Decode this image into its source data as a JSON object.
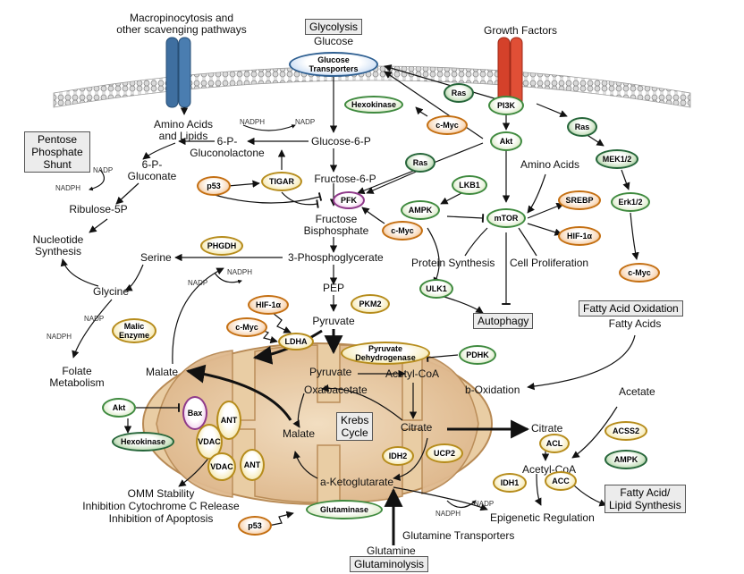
{
  "labels": {
    "macro": "Macropinocytosis and\nother scavenging pathways",
    "glucose": "Glucose",
    "growth_factors": "Growth Factors",
    "amino_lipids": "Amino Acids\nand Lipids",
    "g6p": "Glucose-6-P",
    "gluconolactone": "6-P-\nGluconolactone",
    "gluconate": "6-P-\nGluconate",
    "ribulose": "Ribulose-5P",
    "nucleotide": "Nucleotide\nSynthesis",
    "f6p": "Fructose-6-P",
    "fbp": "Fructose\nBisphosphate",
    "pg3": "3-Phosphoglycerate",
    "serine": "Serine",
    "glycine": "Glycine",
    "folate": "Folate\nMetabolism",
    "pep": "PEP",
    "pyruvate_cyto": "Pyruvate",
    "malate_cyto": "Malate",
    "pyruvate_mito": "Pyruvate",
    "acetyl_coa_mito": "Acetyl-CoA",
    "oxaloacetate": "Oxaloacetate",
    "malate_mito": "Malate",
    "citrate_mito": "Citrate",
    "a_kg": "a-Ketoglutarate",
    "citrate_cyto": "Citrate",
    "acetyl_coa_cyto": "Acetyl-CoA",
    "acetate": "Acetate",
    "b_oxidation": "b-Oxidation",
    "fatty_acids": "Fatty Acids",
    "amino_acids": "Amino Acids",
    "protein_synth": "Protein Synthesis",
    "cell_prolif": "Cell Proliferation",
    "glutamine": "Glutamine",
    "glutamine_transporters": "Glutamine Transporters",
    "epigenetic": "Epigenetic Regulation",
    "omm": "OMM Stability\nInhibition Cytochrome C Release\nInhibition of Apoptosis",
    "nadph": "NADPH",
    "nadp": "NADP"
  },
  "boxes": {
    "glycolysis": "Glycolysis",
    "pentose": "Pentose\nPhosphate\nShunt",
    "autophagy": "Autophagy",
    "fao": "Fatty Acid Oxidation",
    "fas": "Fatty Acid/\nLipid Synthesis",
    "glutaminolysis": "Glutaminolysis",
    "krebs": "Krebs\nCycle"
  },
  "nodes": {
    "glucose_transporters": "Glucose\nTransporters",
    "hexokinase_top": "Hexokinase",
    "cmyc_1": "c-Myc",
    "ras_1": "Ras",
    "pi3k": "PI3K",
    "ras_2": "Ras",
    "akt_top": "Akt",
    "ras_3": "Ras",
    "mek": "MEK1/2",
    "erk": "Erk1/2",
    "cmyc_erk": "c-Myc",
    "lkb1": "LKB1",
    "ampk_top": "AMPK",
    "mtor": "mTOR",
    "srebp": "SREBP",
    "hif_mtor": "HIF-1α",
    "pfk": "PFK",
    "cmyc_pfk": "c-Myc",
    "tigar": "TIGAR",
    "p53_top": "p53",
    "phgdh": "PHGDH",
    "pkm2": "PKM2",
    "hif_ldha": "HIF-1α",
    "cmyc_ldha": "c-Myc",
    "ldha": "LDHA",
    "malic": "Malic\nEnzyme",
    "pdh": "Pyruvate\nDehydrogenase",
    "pdhk": "PDHK",
    "ulk1": "ULK1",
    "akt_bottom": "Akt",
    "bax": "Bax",
    "hexokinase_bottom": "Hexokinase",
    "vdac_1": "VDAC",
    "ant_1": "ANT",
    "vdac_2": "VDAC",
    "ant_2": "ANT",
    "idh2": "IDH2",
    "ucp2": "UCP2",
    "idh1": "IDH1",
    "acl": "ACL",
    "acss2": "ACSS2",
    "ampk_bottom": "AMPK",
    "acc": "ACC",
    "glutaminase": "Glutaminase",
    "p53_bottom": "p53"
  },
  "colors": {
    "membrane": "#bdbdbd",
    "mito_outer": "#e8c9a0",
    "mito_inner": "#d6a874",
    "receptor_blue": "#3f6fa0",
    "receptor_red": "#d4412a",
    "green_node": "#3f8a3f",
    "yellow_node": "#b68c1c",
    "orange_node": "#c46f12",
    "purple_node": "#8f3a8a"
  }
}
